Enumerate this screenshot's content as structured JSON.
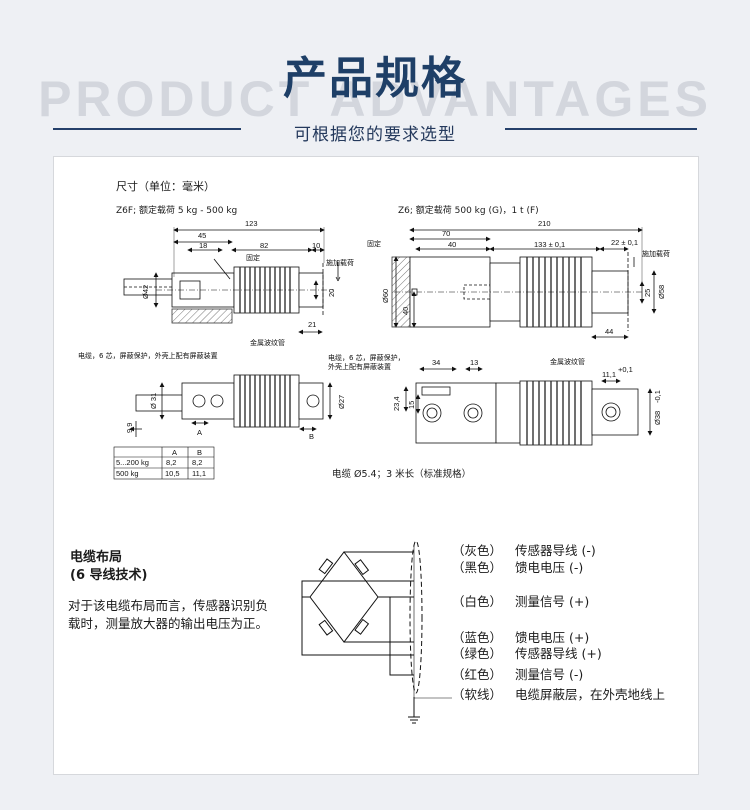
{
  "header": {
    "watermark": "PRODUCT ADVANTAGES",
    "title": "产品规格",
    "subtitle": "可根据您的要求选型"
  },
  "drawing": {
    "unit_label": "尺寸（单位：毫米）",
    "z6f": {
      "label": "Z6F; 额定载荷 5 kg - 500 kg",
      "dims": {
        "d123": "123",
        "d45": "45",
        "d18": "18",
        "d82": "82",
        "d10": "10",
        "d42": "Ø42",
        "d20": "20",
        "d21": "21",
        "d31": "Ø 31",
        "d27": "Ø27",
        "d99": "9,9"
      },
      "fixed": "固定",
      "load": "施加载荷",
      "bellows": "金属波纹管",
      "cable_note": "电缆，6 芯，屏蔽保护，外壳上配有屏蔽装置",
      "mark_a": "A",
      "mark_b": "B",
      "table": {
        "headers": [
          "",
          "A",
          "B"
        ],
        "rows": [
          [
            "5...200 kg",
            "8,2",
            "8,2"
          ],
          [
            "500 kg",
            "10,5",
            "11,1"
          ]
        ]
      }
    },
    "z6": {
      "label": "Z6; 额定载荷 500 kg (G)，1 t (F)",
      "dims": {
        "d210": "210",
        "d70": "70",
        "d40": "40",
        "d133": "133 ± 0,1",
        "d22": "22 ± 0,1",
        "d60": "Ø60",
        "d40v": "40",
        "d25": "25",
        "d58": "Ø58",
        "d44": "44",
        "d34": "34",
        "d13": "13",
        "d234": "23,4",
        "d15": "15",
        "d111": "11,1",
        "d111sup": "+0,1",
        "d38": "Ø38",
        "d38sub": "-0,1"
      },
      "fixed": "固定",
      "load": "施加载荷",
      "bellows": "金属波纹管",
      "cable_note_l1": "电缆，6 芯，屏蔽保护，",
      "cable_note_l2": "外壳上配有屏蔽装置"
    },
    "cable_spec": "电缆 Ø5.4；3 米长（标准规格）"
  },
  "wiring": {
    "title_l1": "电缆布局",
    "title_l2": "(6 导线技术)",
    "note": "对于该电缆布局而言，传感器识别负载时，测量放大器的输出电压为正。",
    "wires": [
      {
        "color": "灰色",
        "signal": "传感器导线 (-)"
      },
      {
        "color": "黑色",
        "signal": "馈电电压 (-)"
      },
      {
        "color": "白色",
        "signal": "测量信号 (+)"
      },
      {
        "color": "蓝色",
        "signal": "馈电电压 (+)"
      },
      {
        "color": "绿色",
        "signal": "传感器导线 (+)"
      },
      {
        "color": "红色",
        "signal": "测量信号 (-)"
      },
      {
        "color": "软线",
        "signal": "电缆屏蔽层，在外壳地线上"
      }
    ]
  }
}
